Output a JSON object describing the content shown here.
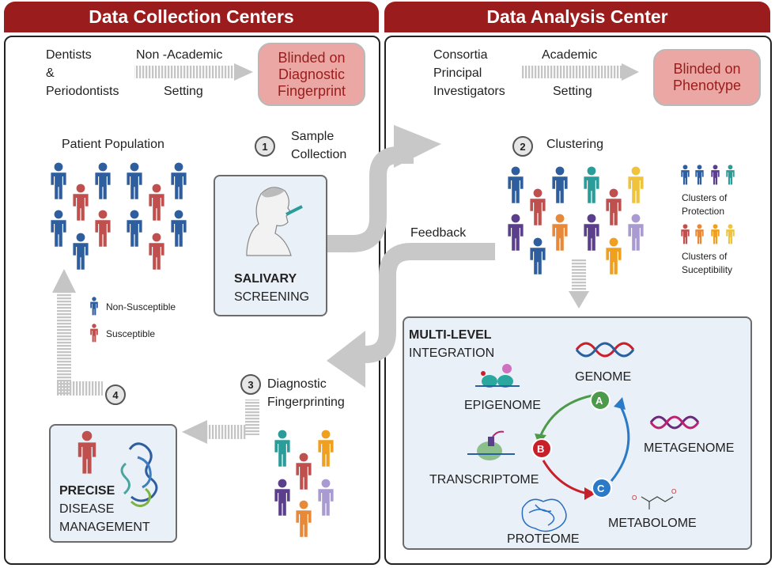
{
  "headers": {
    "left": "Data Collection Centers",
    "right": "Data Analysis Center"
  },
  "left": {
    "who": [
      "Dentists",
      "&",
      "Periodontists"
    ],
    "setting_top": "Non -Academic",
    "setting_bottom": "Setting",
    "blinded": [
      "Blinded on",
      "Diagnostic",
      "Fingerprint"
    ],
    "population_title": "Patient Population",
    "step1_num": "1",
    "step1_label": [
      "Sample",
      "Collection"
    ],
    "salivary_bold": "SALIVARY",
    "salivary_rest": "SCREENING",
    "legend_non": "Non-Susceptible",
    "legend_sus": "Susceptible",
    "step4_num": "4",
    "precise_bold": "PRECISE",
    "precise_rest": [
      "DISEASE",
      "MANAGEMENT"
    ],
    "step3_num": "3",
    "step3_label": [
      "Diagnostic",
      "Fingerprinting"
    ]
  },
  "right": {
    "who": [
      "Consortia",
      "Principal",
      "Investigators"
    ],
    "setting_top": "Academic",
    "setting_bottom": "Setting",
    "blinded": [
      "Blinded on",
      "Phenotype"
    ],
    "step2_num": "2",
    "step2_label": "Clustering",
    "protection": [
      "Clusters of",
      "Protection"
    ],
    "susceptibility": [
      "Clusters of",
      "Suceptibility"
    ],
    "feedback": "Feedback",
    "multi_bold": "MULTI-LEVEL",
    "multi_rest": "INTEGRATION",
    "omics": {
      "genome": "GENOME",
      "epigenome": "EPIGENOME",
      "transcriptome": "TRANSCRIPTOME",
      "metagenome": "METAGENOME",
      "proteome": "PROTEOME",
      "metabolome": "METABOLOME"
    },
    "nodes": {
      "a": "A",
      "b": "B",
      "c": "C"
    }
  },
  "colors": {
    "header": "#9b1c1c",
    "blue_person": "#2f5e9e",
    "red_person": "#c0504d",
    "teal": "#2a9d9a",
    "yellow": "#f0c33c",
    "purple": "#5b3f8c",
    "orange": "#e8893a",
    "lavender": "#a99ad1",
    "arrow_grey": "#c8c8c8",
    "green": "#4d9a4a",
    "node_red": "#c8202a",
    "node_blue": "#2a7ac8"
  }
}
